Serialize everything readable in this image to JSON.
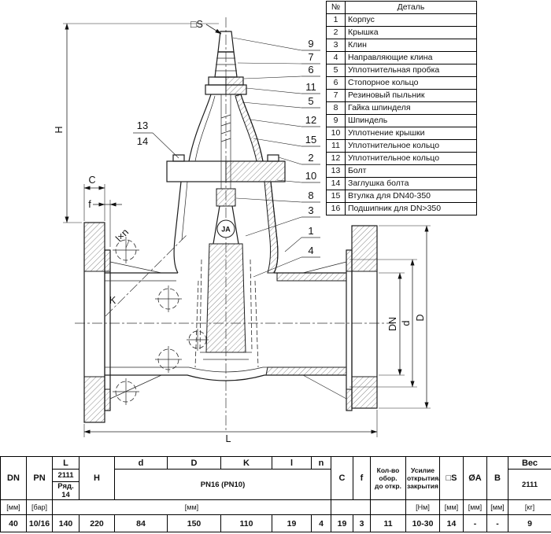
{
  "parts_table": {
    "col_num": "№",
    "col_detail": "Деталь",
    "rows": [
      {
        "num": "1",
        "detail": "Корпус"
      },
      {
        "num": "2",
        "detail": "Крышка"
      },
      {
        "num": "3",
        "detail": "Клин"
      },
      {
        "num": "4",
        "detail": "Направляющие клина"
      },
      {
        "num": "5",
        "detail": "Уплотнительная пробка"
      },
      {
        "num": "6",
        "detail": "Стопорное кольцо"
      },
      {
        "num": "7",
        "detail": "Резиновый пыльник"
      },
      {
        "num": "8",
        "detail": "Гайка шпинделя"
      },
      {
        "num": "9",
        "detail": "Шпиндель"
      },
      {
        "num": "10",
        "detail": "Уплотнение крышки"
      },
      {
        "num": "11",
        "detail": "Уплотнительное кольцо"
      },
      {
        "num": "12",
        "detail": "Уплотнительное кольцо"
      },
      {
        "num": "13",
        "detail": "Болт"
      },
      {
        "num": "14",
        "detail": "Заглушка болта"
      },
      {
        "num": "15",
        "detail": "Втулка для DN40-350"
      },
      {
        "num": "16",
        "detail": "Подшипник для DN>350"
      }
    ]
  },
  "drawing": {
    "callouts_right": [
      "9",
      "7",
      "6",
      "11",
      "5",
      "12",
      "15",
      "2",
      "10",
      "8",
      "3",
      "1",
      "4"
    ],
    "callout_13": "13",
    "callout_14": "14",
    "dim_s": "□S",
    "dim_h": "H",
    "dim_c": "C",
    "dim_f": "f",
    "dim_lxn": "l×n",
    "dim_k": "K",
    "dim_dn": "DN",
    "dim_d_small": "d",
    "dim_d_big": "D",
    "dim_l": "L",
    "logo": "JA"
  },
  "spec_table": {
    "headers": {
      "dn": "DN",
      "pn": "PN",
      "l": "L",
      "l_sub1": "2111",
      "l_sub2": "Ряд. 14",
      "h": "H",
      "d": "d",
      "d_big": "D",
      "k": "K",
      "l_small": "l",
      "n": "n",
      "group": "PN16 (PN10)",
      "c": "C",
      "f": "f",
      "turns": "Кол-во\nобор.\nдо откр.",
      "torque": "Усилие\nоткрытия/\nзакрытия",
      "s": "□S",
      "a": "ØA",
      "b": "B",
      "weight": "Вес",
      "weight_sub": "2111"
    },
    "units": {
      "dn": "[мм]",
      "pn": "[бар]",
      "mid": "[мм]",
      "torque": "[Нм]",
      "s": "[мм]",
      "a": "[мм]",
      "b": "[мм]",
      "weight": "[кг]"
    },
    "values": {
      "dn": "40",
      "pn": "10/16",
      "l": "140",
      "h": "220",
      "d": "84",
      "d_big": "150",
      "k": "110",
      "l_small": "19",
      "n": "4",
      "c": "19",
      "f": "3",
      "turns": "11",
      "torque": "10-30",
      "s": "14",
      "a": "-",
      "b": "-",
      "weight": "9"
    }
  }
}
